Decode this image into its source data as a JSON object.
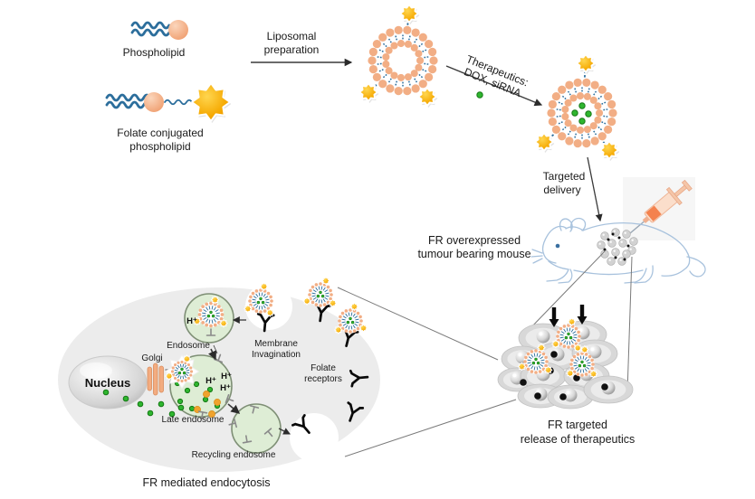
{
  "legend": {
    "phospholipid": "Phospholipid",
    "folate1": "Folate conjugated",
    "folate2": "phospholipid"
  },
  "flow": {
    "prep1": "Liposomal",
    "prep2": "preparation",
    "ther1": "Therapeutics:",
    "ther2": "DOX, siRNA",
    "targ1": "Targeted",
    "targ2": "delivery"
  },
  "mouse": {
    "cap1": "FR overexpressed",
    "cap2": "tumour bearing mouse"
  },
  "cell": {
    "nucleus": "Nucleus",
    "golgi": "Golgi",
    "endosome": "Endosome",
    "late": "Late endosome",
    "recycling": "Recycling endosome",
    "mem1": "Membrane",
    "mem2": "Invagination",
    "fr1": "Folate",
    "fr2": "receptors",
    "h": "H⁺",
    "caption": "FR mediated endocytosis"
  },
  "tumour": {
    "cap1": "FR targeted",
    "cap2": "release of therapeutics"
  },
  "colors": {
    "lipid_head": "#F2AE85",
    "tail_blue": "#2C6E9C",
    "folate_gold": "#F2A007",
    "drug_green": "#2FB62F",
    "drug_green_dark": "#157815",
    "endosome_green": "#DEEDD5",
    "cell_grey": "#ECECEC",
    "receptor_black": "#0A0A0A",
    "mouse_blue": "#A8C2DD",
    "orange_dot": "#F0A32E"
  }
}
